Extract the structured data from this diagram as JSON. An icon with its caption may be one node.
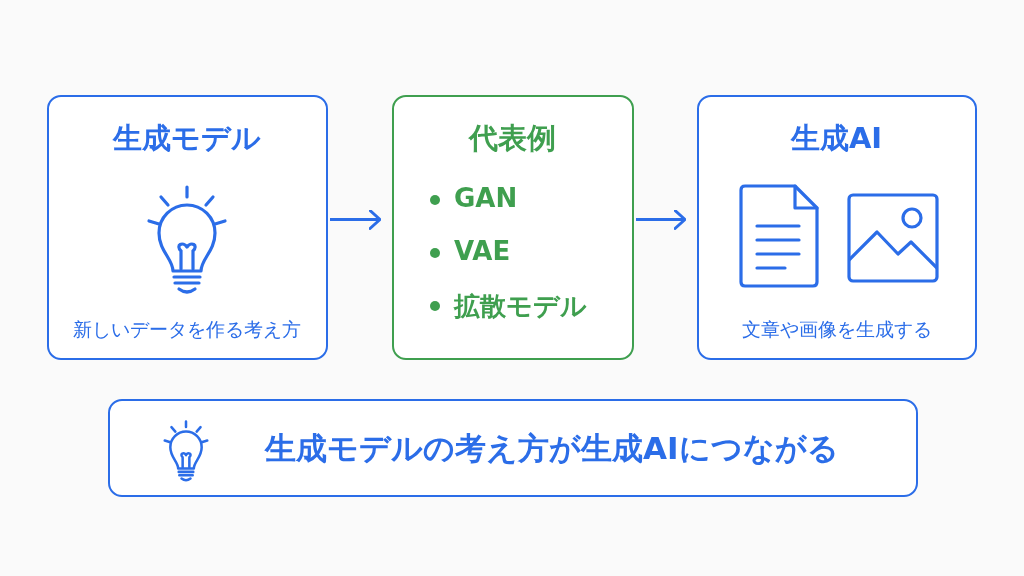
{
  "diagram": {
    "nodes": [
      {
        "text": [
          "生成モデル",
          "新しいデータを作る考え方"
        ]
      },
      {
        "text": [
          "代表例",
          "GAN",
          "VAE",
          "拡散モデル"
        ]
      },
      {
        "text": [
          "生成AI",
          "文章や画像を生成する"
        ]
      },
      {
        "text": [
          "生成モデルの考え方が生成AIにつながる"
        ]
      }
    ],
    "edges": [
      {
        "from": 0,
        "to": 1,
        "arrow": "to"
      },
      {
        "from": 1,
        "to": 2,
        "arrow": "to"
      }
    ]
  }
}
